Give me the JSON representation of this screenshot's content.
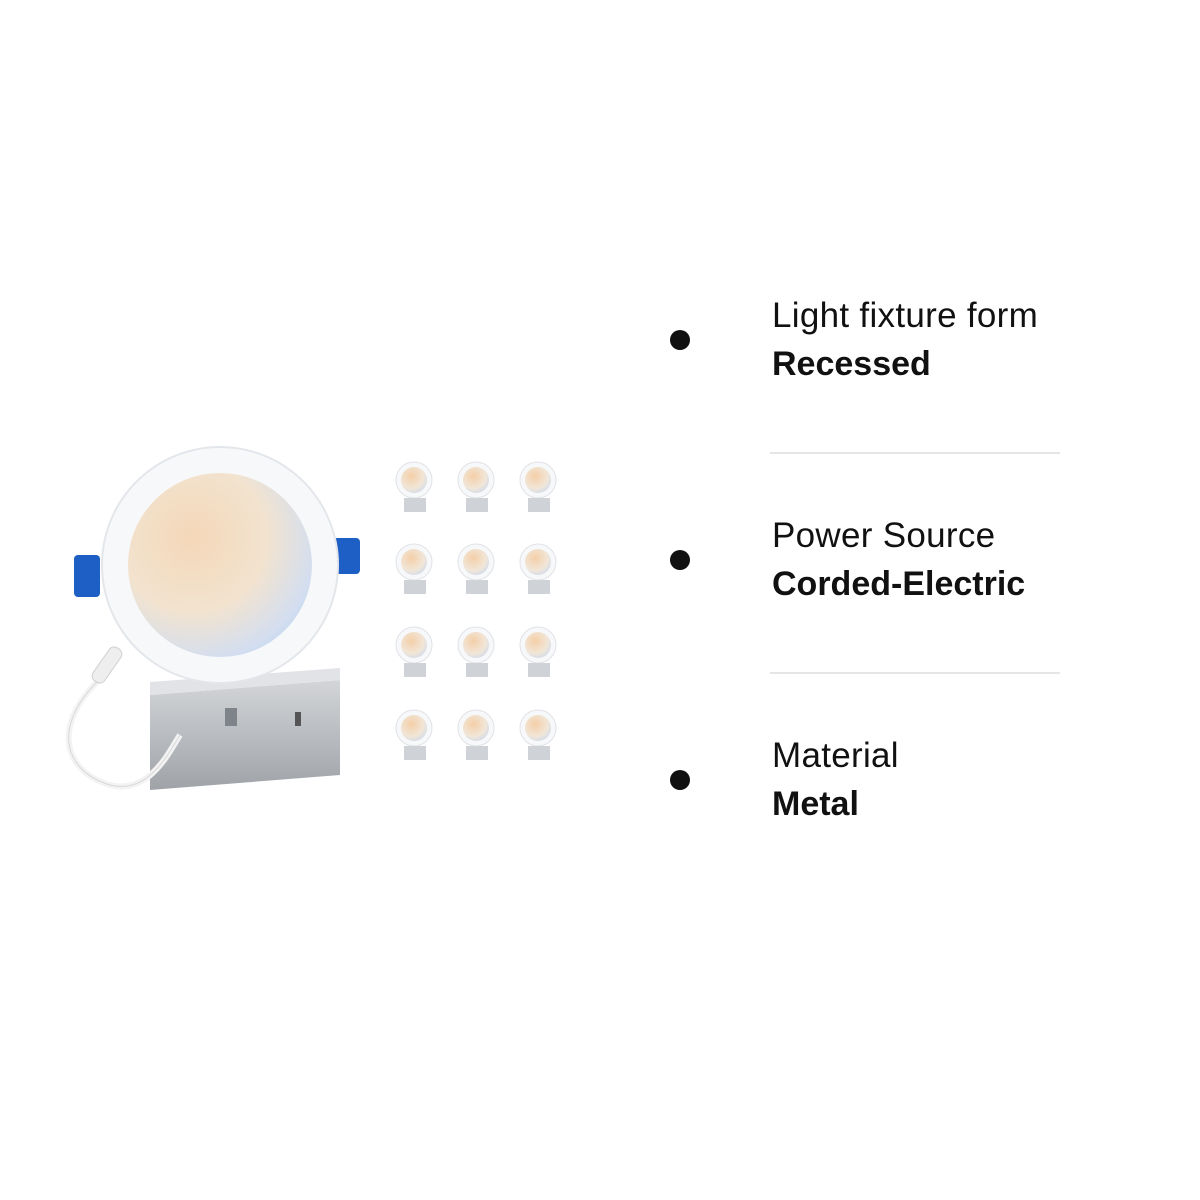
{
  "specs": [
    {
      "label": "Light fixture form",
      "value": "Recessed"
    },
    {
      "label": "Power Source",
      "value": "Corded-Electric"
    },
    {
      "label": "Material",
      "value": "Metal"
    }
  ],
  "colors": {
    "trim": "#f7f8fa",
    "warm": "#f6c9a2",
    "cool": "#b8d2f2",
    "clip_blue": "#1d5fc4",
    "junction_box": "#b9bcc0",
    "bullet": "#111111"
  },
  "product": {
    "icons": [
      "recessed-light-icon",
      "junction-box-icon",
      "mounting-clip-icon"
    ],
    "pack_grid": {
      "rows": 4,
      "cols": 3
    }
  }
}
